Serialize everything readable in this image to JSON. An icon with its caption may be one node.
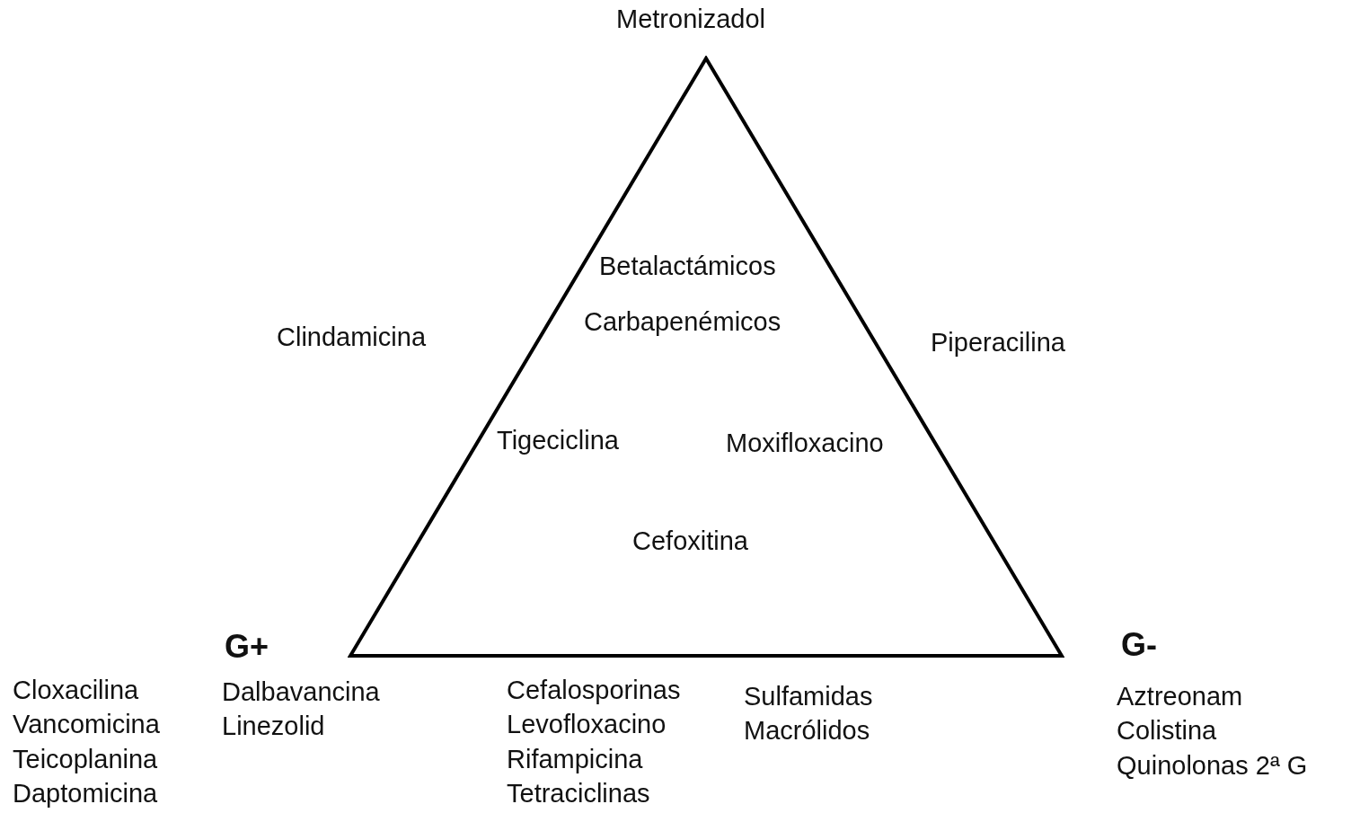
{
  "diagram": {
    "nodes": [
      {
        "text": [
          "Betalactámicos",
          "Carbapenémicos",
          "Tigeciclina",
          "Moxifloxacino",
          "Cefoxitina"
        ]
      }
    ],
    "labels": [
      "Metronizadol",
      "Clindamicina",
      "Piperacilina",
      "G+",
      "G-",
      "Cloxacilina",
      "Vancomicina",
      "Teicoplanina",
      "Daptomicina",
      "Dalbavancina",
      "Linezolid",
      "Cefalosporinas",
      "Levofloxacino",
      "Rifampicina",
      "Tetraciclinas",
      "Sulfamidas",
      "Macrólidos",
      "Aztreonam",
      "Colistina",
      "Quinolonas 2ª G"
    ]
  }
}
